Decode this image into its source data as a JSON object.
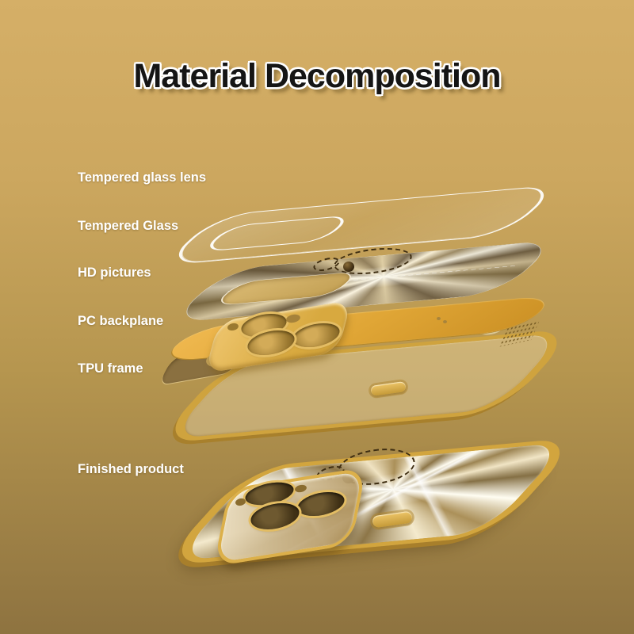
{
  "title": "Material Decomposition",
  "layer_labels": [
    {
      "text": "Tempered glass lens"
    },
    {
      "text": "Tempered Glass"
    },
    {
      "text": "HD pictures"
    },
    {
      "text": "PC backplane"
    },
    {
      "text": "TPU frame"
    },
    {
      "text": "Finished product"
    }
  ],
  "colors": {
    "background_top": "#d5af67",
    "background_bottom": "#8e7340",
    "case_gold": "#d2a53e",
    "backplane_gold": "#e0a636",
    "label_color": "#ffffff",
    "title_color": "#151515"
  }
}
